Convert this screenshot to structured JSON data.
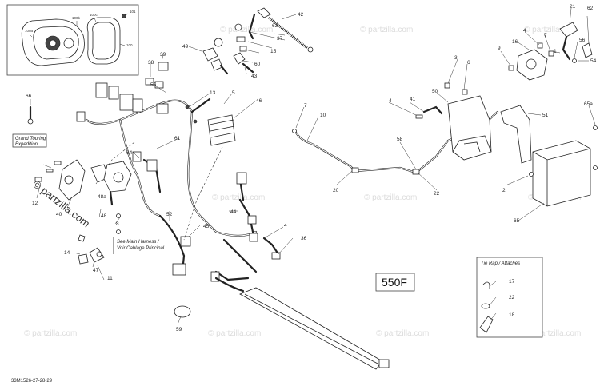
{
  "callouts": [
    {
      "id": "c42",
      "text": "42"
    },
    {
      "id": "c37",
      "text": "37"
    },
    {
      "id": "c63",
      "text": "63"
    },
    {
      "id": "c15",
      "text": "15"
    },
    {
      "id": "c60",
      "text": "60"
    },
    {
      "id": "c43",
      "text": "43"
    },
    {
      "id": "c49",
      "text": "49"
    },
    {
      "id": "c39",
      "text": "39"
    },
    {
      "id": "c38",
      "text": "38"
    },
    {
      "id": "c55",
      "text": "55"
    },
    {
      "id": "c13",
      "text": "13"
    },
    {
      "id": "c5",
      "text": "5"
    },
    {
      "id": "c46",
      "text": "46"
    },
    {
      "id": "c66",
      "text": "66"
    },
    {
      "id": "c61",
      "text": "61"
    },
    {
      "id": "c64",
      "text": "64"
    },
    {
      "id": "c44",
      "text": "44"
    },
    {
      "id": "c45",
      "text": "45"
    },
    {
      "id": "c52",
      "text": "52"
    },
    {
      "id": "c12",
      "text": "12"
    },
    {
      "id": "c40",
      "text": "40"
    },
    {
      "id": "c48a",
      "text": "48a"
    },
    {
      "id": "c48",
      "text": "48"
    },
    {
      "id": "c8",
      "text": "8"
    },
    {
      "id": "c14",
      "text": "14"
    },
    {
      "id": "c47",
      "text": "47"
    },
    {
      "id": "c11",
      "text": "11"
    },
    {
      "id": "c59",
      "text": "59"
    },
    {
      "id": "c4a",
      "text": "4"
    },
    {
      "id": "c36",
      "text": "36"
    },
    {
      "id": "c7",
      "text": "7"
    },
    {
      "id": "c10",
      "text": "10"
    },
    {
      "id": "c20",
      "text": "20"
    },
    {
      "id": "c22",
      "text": "22"
    },
    {
      "id": "c58",
      "text": "58"
    },
    {
      "id": "c41",
      "text": "41"
    },
    {
      "id": "c4b",
      "text": "4"
    },
    {
      "id": "c50",
      "text": "50"
    },
    {
      "id": "c3",
      "text": "3"
    },
    {
      "id": "c6",
      "text": "6"
    },
    {
      "id": "c9",
      "text": "9"
    },
    {
      "id": "c16",
      "text": "16"
    },
    {
      "id": "c4c",
      "text": "4"
    },
    {
      "id": "c7b",
      "text": "7"
    },
    {
      "id": "c1",
      "text": "1"
    },
    {
      "id": "c21",
      "text": "21"
    },
    {
      "id": "c62",
      "text": "62"
    },
    {
      "id": "c56",
      "text": "56"
    },
    {
      "id": "c54",
      "text": "54"
    },
    {
      "id": "c51",
      "text": "51"
    },
    {
      "id": "c65a",
      "text": "65a"
    },
    {
      "id": "c2",
      "text": "2"
    },
    {
      "id": "c65",
      "text": "65"
    },
    {
      "id": "c17",
      "text": "17"
    },
    {
      "id": "c22b",
      "text": "22"
    },
    {
      "id": "c18",
      "text": "18"
    }
  ],
  "inset_callouts": [
    {
      "id": "i100a",
      "text": "100a"
    },
    {
      "id": "i100b",
      "text": "100b"
    },
    {
      "id": "i100c",
      "text": "100c"
    },
    {
      "id": "i101",
      "text": "101"
    },
    {
      "id": "i100",
      "text": "100"
    }
  ],
  "notes": {
    "grand_touring_line1": "Grand Touring",
    "grand_touring_line2": "Expedition",
    "main_harness_line1": "See Main Harness /",
    "main_harness_line2": "Voir Cablage Principal",
    "tie_rap_title": "Tie Rap / Attaches"
  },
  "model_label": "550F",
  "drawing_ref": "33M1526-27-28-29",
  "watermark": "© partzilla.com",
  "watermark_small": "© partzilla.com",
  "colors": {
    "line": "#222222",
    "watermark": "#dcdcdc",
    "background": "#ffffff"
  }
}
